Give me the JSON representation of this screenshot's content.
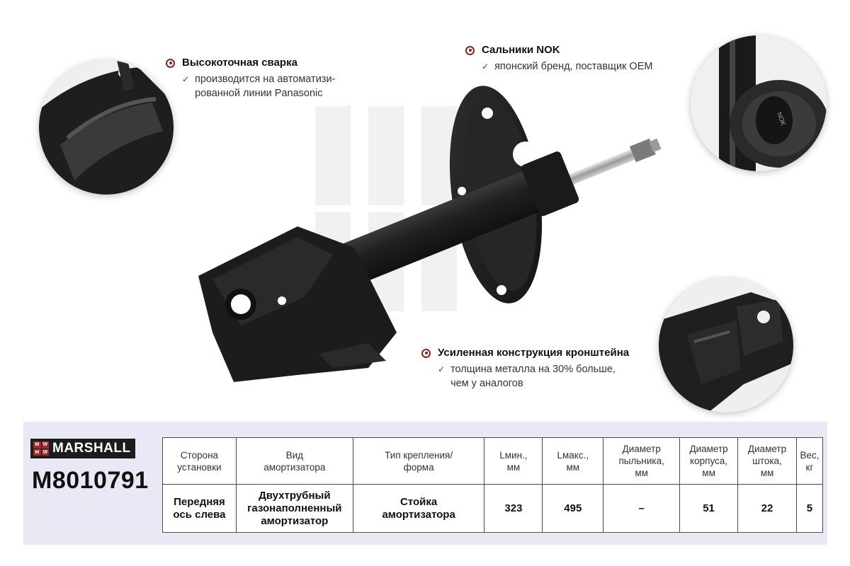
{
  "callouts": {
    "weld": {
      "title": "Высокоточная сварка",
      "lines": [
        "производится на автоматизи-",
        "рованной линии Panasonic"
      ]
    },
    "seal": {
      "title": "Сальники NOK",
      "lines": [
        "японский бренд, поставщик OEM"
      ]
    },
    "bracket": {
      "title": "Усиленная конструкция кронштейна",
      "lines": [
        "толщина металла на 30% больше,",
        "чем у аналогов"
      ]
    }
  },
  "seal_marking": "NOK",
  "brand": {
    "name": "MARSHALL",
    "logo_letters": [
      "M",
      "W",
      "M",
      "W"
    ],
    "model": "M8010791"
  },
  "specs": {
    "headers": [
      [
        "Сторона",
        "установки"
      ],
      [
        "Вид",
        "амортизатора"
      ],
      [
        "Тип крепления/",
        "форма"
      ],
      [
        "Lмин.,",
        "мм"
      ],
      [
        "Lмакс.,",
        "мм"
      ],
      [
        "Диаметр",
        "пыльника,",
        "мм"
      ],
      [
        "Диаметр",
        "корпуса,",
        "мм"
      ],
      [
        "Диаметр",
        "штока,",
        "мм"
      ],
      [
        "Вес,",
        "кг"
      ]
    ],
    "values": [
      [
        "Передняя",
        "ось слева"
      ],
      [
        "Двухтрубный",
        "газонаполненный",
        "амортизатор"
      ],
      [
        "Стойка",
        "амортизатора"
      ],
      [
        "323"
      ],
      [
        "495"
      ],
      [
        "–"
      ],
      [
        "51"
      ],
      [
        "22"
      ],
      [
        "5"
      ]
    ]
  },
  "colors": {
    "accent": "#8b2323",
    "panel": "#e9e8f5",
    "part": "#1f1f1f"
  }
}
